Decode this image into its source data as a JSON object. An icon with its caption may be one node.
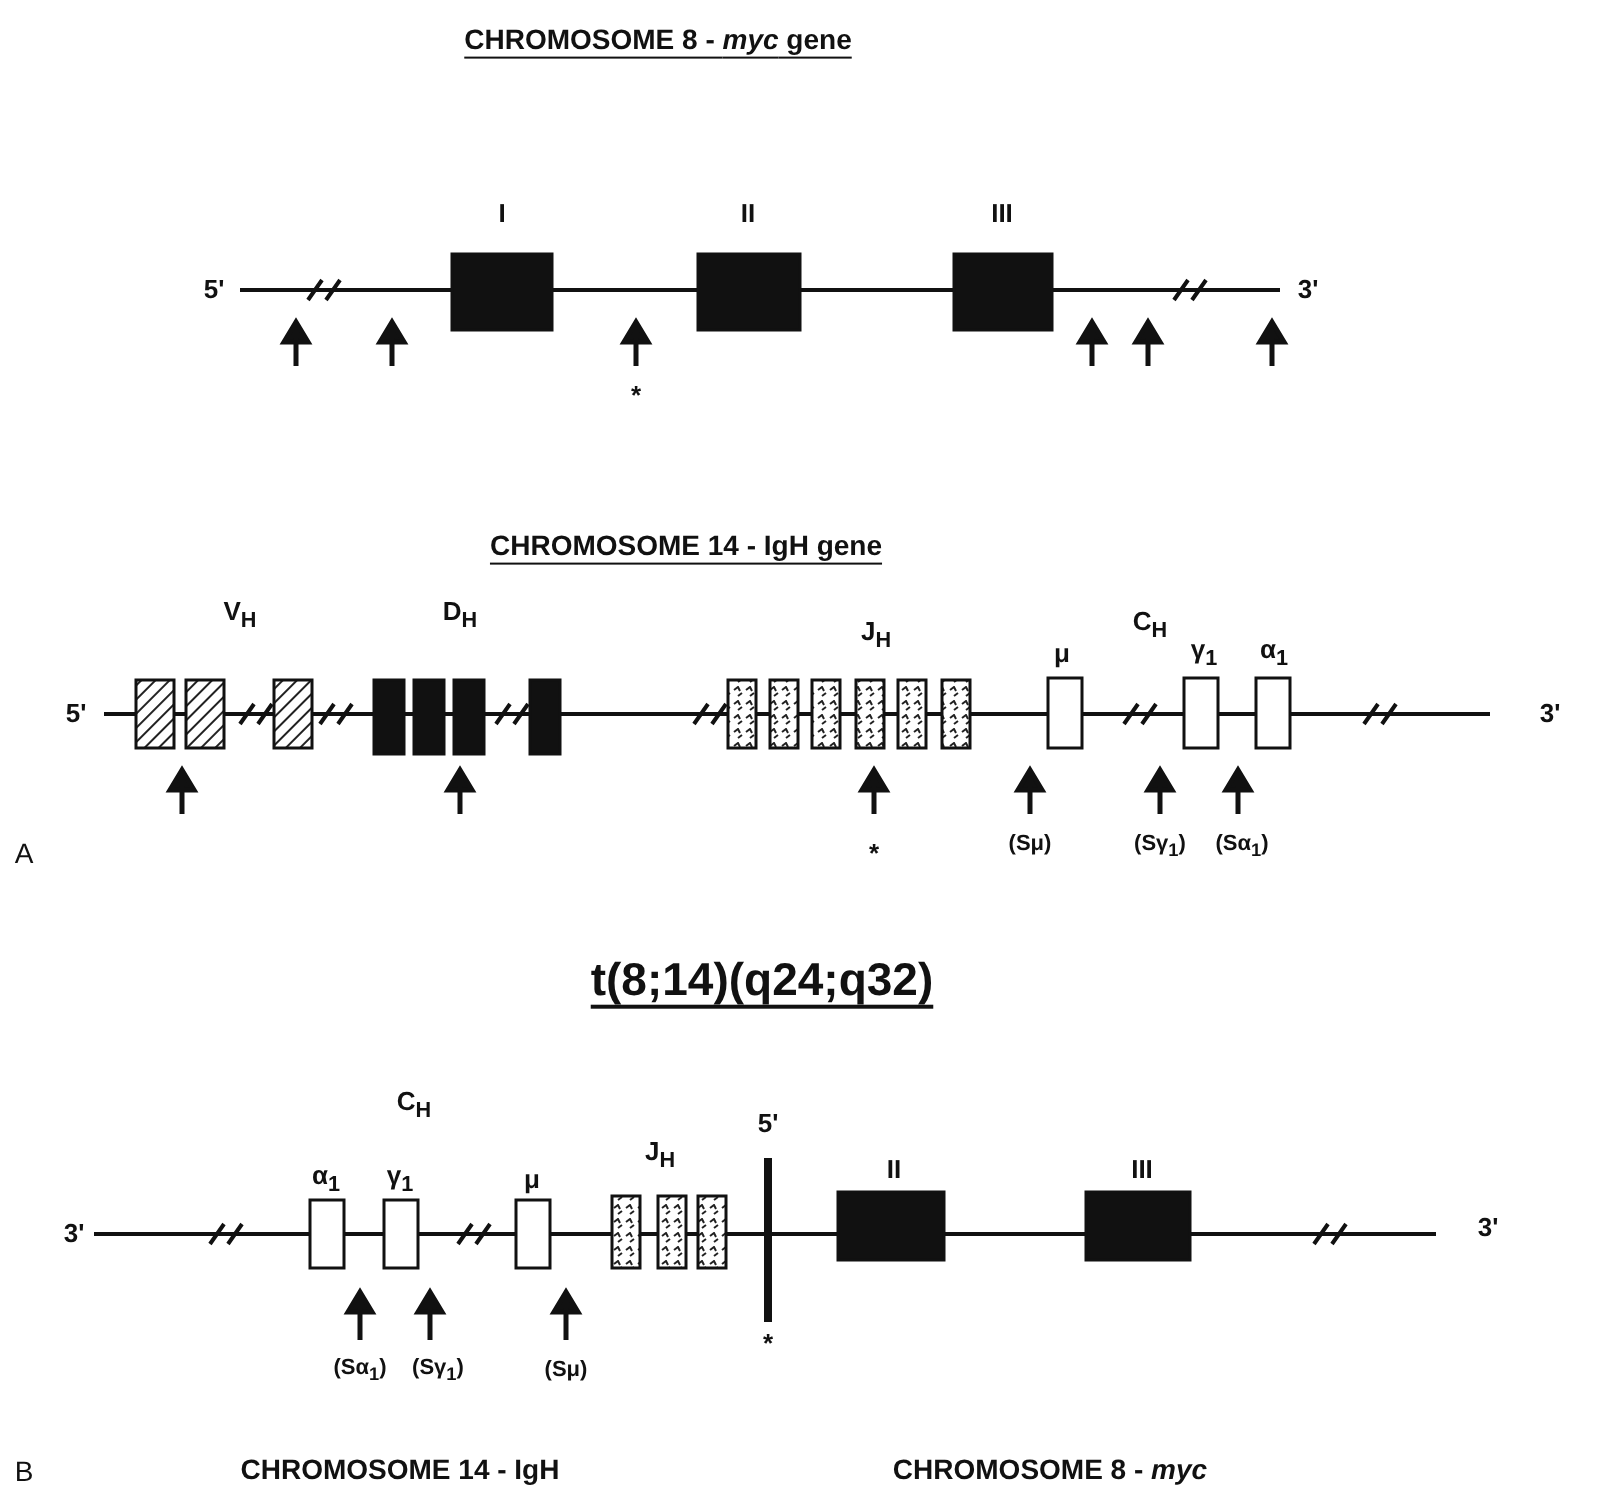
{
  "diagram": {
    "labels": [
      "CHROMOSOME 8 - *myc* gene",
      "I",
      "II",
      "III",
      "5'",
      "3'",
      "*",
      "CHROMOSOME 14 - IgH gene",
      "V$_{H}$",
      "D$_{H}$",
      "J$_{H}$",
      "μ",
      "C$_{H}$",
      "γ$_{1}$",
      "α$_{1}$",
      "5'",
      "3'",
      "A",
      "*",
      "(Sμ)",
      "(Sγ$_{1}$)",
      "(Sα$_{1}$)",
      "t(8;14)(q24;q32)",
      "C$_{H}$",
      "5'",
      "α$_{1}$",
      "γ$_{1}$",
      "μ",
      "J$_{H}$",
      "II",
      "III",
      "3'",
      "3'",
      "(Sα$_{1}$)",
      "(Sγ$_{1}$)",
      "(Sμ)",
      "*",
      "B",
      "CHROMOSOME 14 - IgH",
      "CHROMOSOME 8 - *myc*"
    ]
  }
}
